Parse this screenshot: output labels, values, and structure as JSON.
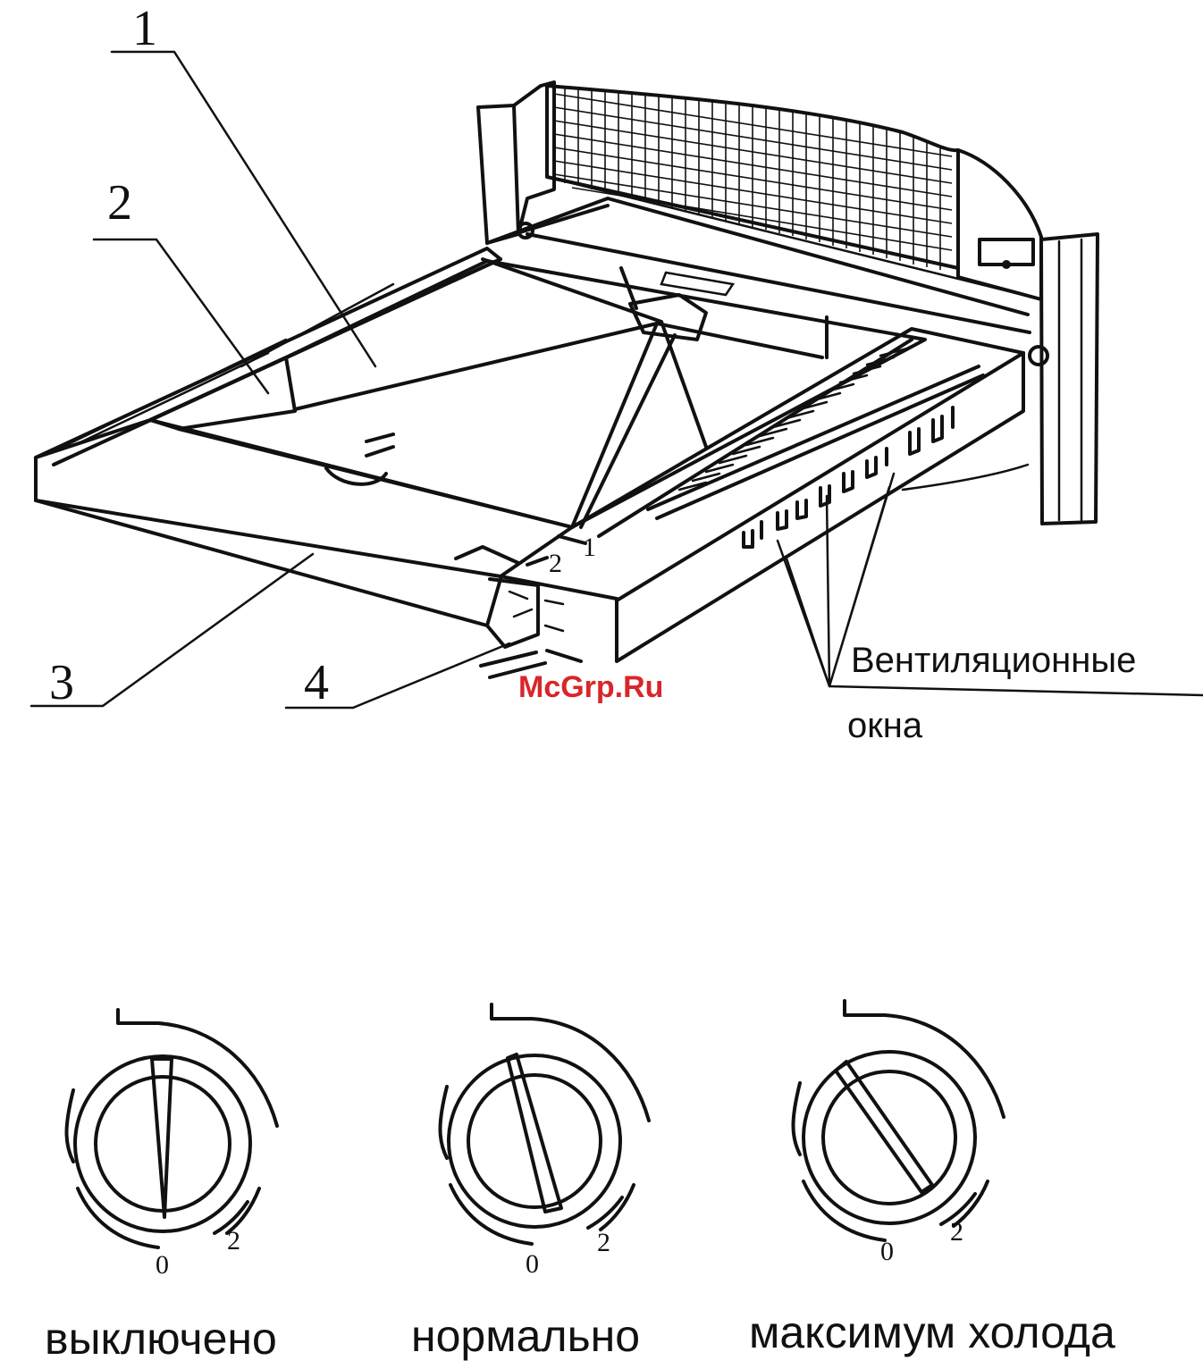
{
  "callouts": {
    "c1": "1",
    "c2": "2",
    "c3": "3",
    "c4": "4"
  },
  "vent_label": {
    "line1": "Вентиляционные",
    "line2": "окна"
  },
  "small_marks": {
    "m1": "1",
    "m2": "2"
  },
  "watermark": "McGrp.Ru",
  "dials": [
    {
      "zero": "0",
      "two": "2",
      "caption": "выключено"
    },
    {
      "zero": "0",
      "two": "2",
      "caption": "нормально"
    },
    {
      "zero": "0",
      "two": "2",
      "caption": "максимум холода"
    }
  ]
}
